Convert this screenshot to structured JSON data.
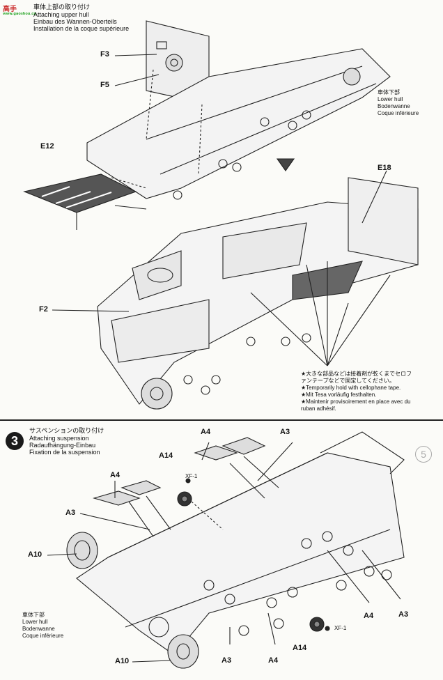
{
  "logo": {
    "text": "高手",
    "subtext": "www.gaoshou.cn"
  },
  "step2": {
    "jp": "車体上部の取り付け",
    "en": "Attaching upper hull",
    "de": "Einbau des Wannen-Oberteils",
    "fr": "Installation de la coque supérieure"
  },
  "step2_callouts": {
    "f3": "F3",
    "f5": "F5",
    "e12": "E12",
    "e18": "E18",
    "f2": "F2"
  },
  "lower_hull_top": {
    "jp": "車体下部",
    "en": "Lower hull",
    "de": "Bodenwanne",
    "fr": "Coque inférieure"
  },
  "tape_note": {
    "jp1": "★大きな部品などは接着剤が乾くまでセロフ",
    "jp2": "ァンテープなどで固定してください。",
    "en": "★Temporarily hold with cellophane tape.",
    "de": "★Mit Tesa vorläufig festhalten.",
    "fr1": "★Maintenir provisoirement en place avec du",
    "fr2": "ruban adhésif."
  },
  "step3": {
    "number": "3",
    "jp": "サスペンションの取り付け",
    "en": "Attaching suspension",
    "de": "Radaufhängung-Einbau",
    "fr": "Fixation de la suspension"
  },
  "step3_callouts": {
    "a4_top": "A4",
    "a3_top": "A3",
    "a14_top": "A14",
    "xf1_top": "XF-1",
    "a4_left": "A4",
    "a3_left": "A3",
    "a10_left": "A10",
    "a4_right": "A4",
    "a3_right": "A3",
    "a14_bottom": "A14",
    "xf1_bottom": "XF-1",
    "a10_bottom": "A10",
    "a3_bottom": "A3",
    "a4_bottom": "A4"
  },
  "lower_hull_bottom": {
    "jp": "車体下部",
    "en": "Lower hull",
    "de": "Bodenwanne",
    "fr": "Coque inférieure"
  },
  "side_step_number": "5"
}
